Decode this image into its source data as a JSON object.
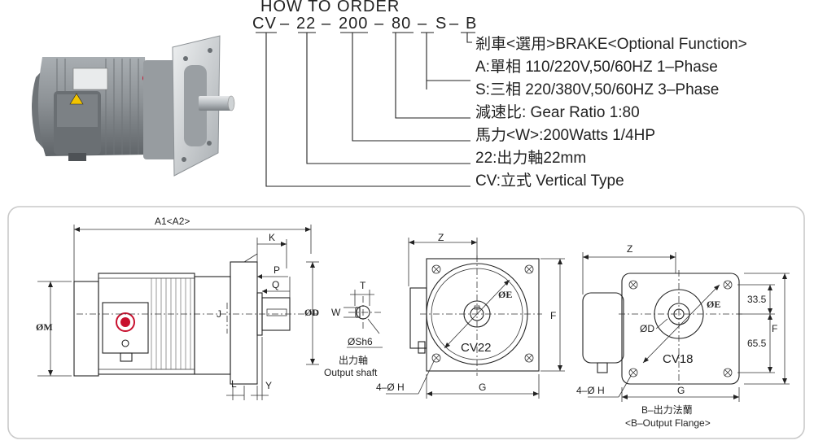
{
  "order": {
    "heading": "HOW TO ORDER",
    "code_parts": [
      "CV",
      "22",
      "200",
      "80",
      "S",
      "B"
    ],
    "separator": "–",
    "options": [
      "剎車<選用>BRAKE<Optional Function>",
      "A:單相 110/220V,50/60HZ  1–Phase",
      "S:三相 220/380V,50/60HZ  3–Phase",
      "減速比: Gear Ratio 1:80",
      "馬力<W>:200Watts  1/4HP",
      "22:出力軸22mm",
      "CV:立式 Vertical Type"
    ]
  },
  "side_view": {
    "labels": {
      "a1a2": "A1<A2>",
      "k": "K",
      "p": "P",
      "q": "Q",
      "j": "J",
      "od": "ØD",
      "om": "ØM",
      "l": "L",
      "y": "Y"
    }
  },
  "shaft": {
    "t": "T",
    "w": "W",
    "osh6": "ØSh6",
    "title_cn": "出力軸",
    "title_en": "Output shaft"
  },
  "cv22": {
    "z": "Z",
    "oe": "ØE",
    "f": "F",
    "g": "G",
    "holes": "4–Ø H",
    "model": "CV22"
  },
  "cv18": {
    "z": "Z",
    "oe": "ØE",
    "od": "ØD",
    "f": "F",
    "g": "G",
    "holes": "4–Ø H",
    "dim1": "33.5",
    "dim2": "65.5",
    "model": "CV18",
    "title_cn": "B–出力法蘭",
    "title_en": "<B–Output Flange>"
  },
  "colors": {
    "motor_body": "#8d9296",
    "motor_dark": "#5f6468",
    "flange": "#c9cdd0",
    "logo": "#c8102e",
    "panel_border": "#c9c9c9"
  }
}
